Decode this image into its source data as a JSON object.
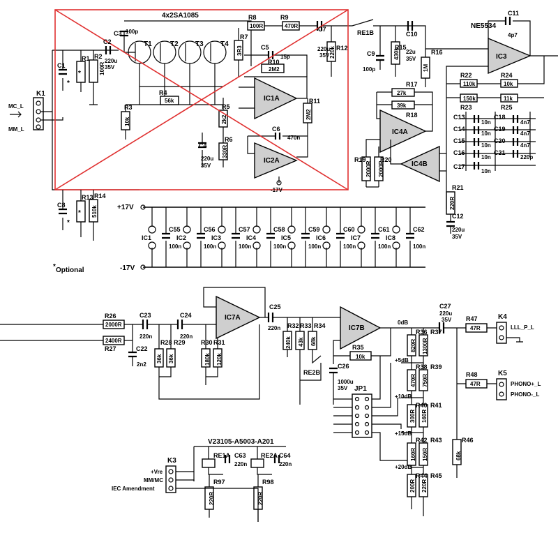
{
  "top_block": {
    "transistor_note": "4x2SA1085",
    "opamp_type": "NE5534",
    "optional_note": "Optional",
    "connector_k1": "K1",
    "input_mc": "MC_L",
    "input_mm": "MM_L"
  },
  "supply": {
    "pos": "+17V",
    "neg": "-17V",
    "neg_small": "-17V"
  },
  "components": [
    {
      "ref": "T1"
    },
    {
      "ref": "T2"
    },
    {
      "ref": "T3"
    },
    {
      "ref": "T4"
    },
    {
      "ref": "IC1A"
    },
    {
      "ref": "IC2A"
    },
    {
      "ref": "IC3"
    },
    {
      "ref": "IC4A"
    },
    {
      "ref": "IC4B"
    },
    {
      "ref": "IC7A"
    },
    {
      "ref": "IC7B"
    }
  ],
  "labels": {
    "c3": "C3",
    "c3v": "100p",
    "c2": "C2",
    "c2v": "220u",
    "c2v2": "35V",
    "c1": "C1",
    "r1": "R1",
    "r2": "R2",
    "r2v": "100R",
    "r3": "R3",
    "r3v": "10k",
    "r4": "R4",
    "r4v": "56k",
    "r5": "R5",
    "r5v": "2k2",
    "r6": "R6",
    "r6v": "330R",
    "c4": "C4",
    "c4v": "220u",
    "c4v2": "35V",
    "r7": "R7",
    "r7v": "3R3",
    "r8": "R8",
    "r8v": "100R",
    "r9": "R9",
    "r9v": "470R",
    "c5": "C5",
    "c5v": "15p",
    "r10": "R10",
    "r10v": "2M2",
    "r11": "R11",
    "r11v": "2M2",
    "c6": "C6",
    "c6v": "470n",
    "c7": "C7",
    "c7v": "220u",
    "c7v2": "35V",
    "r12": "R12",
    "r12v": "220k",
    "re1b": "RE1B",
    "c9": "C9",
    "c9v": "100p",
    "r15": "R15",
    "r15v": "430k",
    "c10": "C10",
    "c10v": "22u",
    "c10v2": "35V",
    "r16": "R16",
    "r16v": "1M",
    "c11": "C11",
    "c11v": "4p7",
    "r17": "R17",
    "r17v": "27k",
    "r18": "R18",
    "r18v": "39k",
    "r19": "R19",
    "r19v": "2000R",
    "r20": "R20",
    "r20v": "2000R",
    "r22": "R22",
    "r22v": "110k",
    "r23": "R23",
    "r23v": "150k",
    "r24": "R24",
    "r24v": "10k",
    "r25": "R25",
    "r25v": "11k",
    "c13": "C13",
    "c14": "C14",
    "c15": "C15",
    "c16": "C16",
    "c17": "C17",
    "c10n": "10n",
    "c18": "C18",
    "c19": "C19",
    "c20": "C20",
    "c21": "C21",
    "c4n7": "4n7",
    "c21v": "220p",
    "r21": "R21",
    "r21v": "220R",
    "c12": "C12",
    "c12v": "220u",
    "c12v2": "35V",
    "c8": "C8",
    "r13": "R13",
    "r14": "R14",
    "r14v": "510k",
    "c55": "C55",
    "c56": "C56",
    "c57": "C57",
    "c58": "C58",
    "c59": "C59",
    "c60": "C60",
    "c61": "C61",
    "c62": "C62",
    "c100n": "100n",
    "ic1": "IC1",
    "ic2": "IC2",
    "ic3": "IC3",
    "ic4": "IC4",
    "ic5": "IC5",
    "ic6": "IC6",
    "ic7": "IC7",
    "ic8": "IC8",
    "r26": "R26",
    "r26v": "2000R",
    "r27": "R27",
    "r27v": "2400R",
    "c22": "C22",
    "c22v": "2n2",
    "c23": "C23",
    "c23v": "220n",
    "c24": "C24",
    "c24v": "220n",
    "r28": "R28",
    "r28v": "36k",
    "r29": "R29",
    "r29v": "36k",
    "r30": "R30",
    "r30v": "180k",
    "r31": "R31",
    "r31v": "120k",
    "c25": "C25",
    "c25v": "220n",
    "r32": "R32",
    "r32v": "240k",
    "r33": "R33",
    "r33v": "43k",
    "r34": "R34",
    "r34v": "68k",
    "re2b": "RE2B",
    "r35": "R35",
    "r35v": "10k",
    "c26": "C26",
    "c26v": "1000u",
    "c26v2": "35V",
    "jp1": "JP1",
    "db0": "0dB",
    "db5": "+5dB",
    "db10": "+10dB",
    "db15": "+15dB",
    "db20": "+20dB",
    "r36": "R36",
    "r36v": "820R",
    "r37": "R37",
    "r37v": "1300R",
    "r38": "R38",
    "r38v": "470R",
    "r39": "R39",
    "r39v": "750R",
    "r40": "R40",
    "r40v": "300R",
    "r41": "R41",
    "r41v": "160R",
    "r42": "R42",
    "r42v": "160R",
    "r43": "R43",
    "r43v": "150R",
    "r44": "R44",
    "r44v": "200R",
    "r45": "R45",
    "r45v": "220R",
    "c27": "C27",
    "c27v": "220u",
    "c27v2": "35V",
    "r47": "R47",
    "r47v": "47R",
    "r48": "R48",
    "r48v": "47R",
    "r46": "R46",
    "r46v": "68k",
    "k4": "K4",
    "out_l": "LLL_P_L",
    "k5": "K5",
    "phono_p": "PHONO+_L",
    "phono_m": "PHONO-_L",
    "relay": "V23105-A5003-A201",
    "re1a": "RE1A",
    "re2a": "RE2A",
    "c63": "C63",
    "c63v": "220n",
    "c64": "C64",
    "c64v": "220n",
    "r97": "R97",
    "r97v": "220R",
    "r98": "R98",
    "r98v": "220R",
    "k3": "K3",
    "vre": "+Vre",
    "mmmc": "MM/MC",
    "iec": "IEC Amendment"
  }
}
